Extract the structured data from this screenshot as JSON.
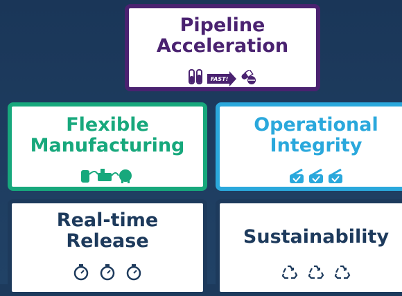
{
  "colors": {
    "background": "#1d3a5c",
    "pipeline": "#4a2270",
    "flexible": "#17a87c",
    "operational": "#2aa8dc",
    "navy": "#1d3a5c"
  },
  "cards": {
    "pipeline": {
      "title": "Pipeline Acceleration",
      "tag": "FAST!",
      "icons": [
        "test-tubes-icon",
        "arrow-icon",
        "pills-icon"
      ]
    },
    "flexible": {
      "title": "Flexible Manufacturing",
      "icons": [
        "equipment-icon"
      ]
    },
    "operational": {
      "title": "Operational Integrity",
      "icons": [
        "check-vial-icon",
        "check-vial-icon",
        "check-vial-icon"
      ]
    },
    "realtime": {
      "title": "Real-time Release",
      "icons": [
        "stopwatch-icon",
        "stopwatch-icon",
        "stopwatch-icon"
      ]
    },
    "sustain": {
      "title": "Sustainability",
      "icons": [
        "recycle-icon",
        "recycle-icon",
        "recycle-icon"
      ]
    }
  }
}
